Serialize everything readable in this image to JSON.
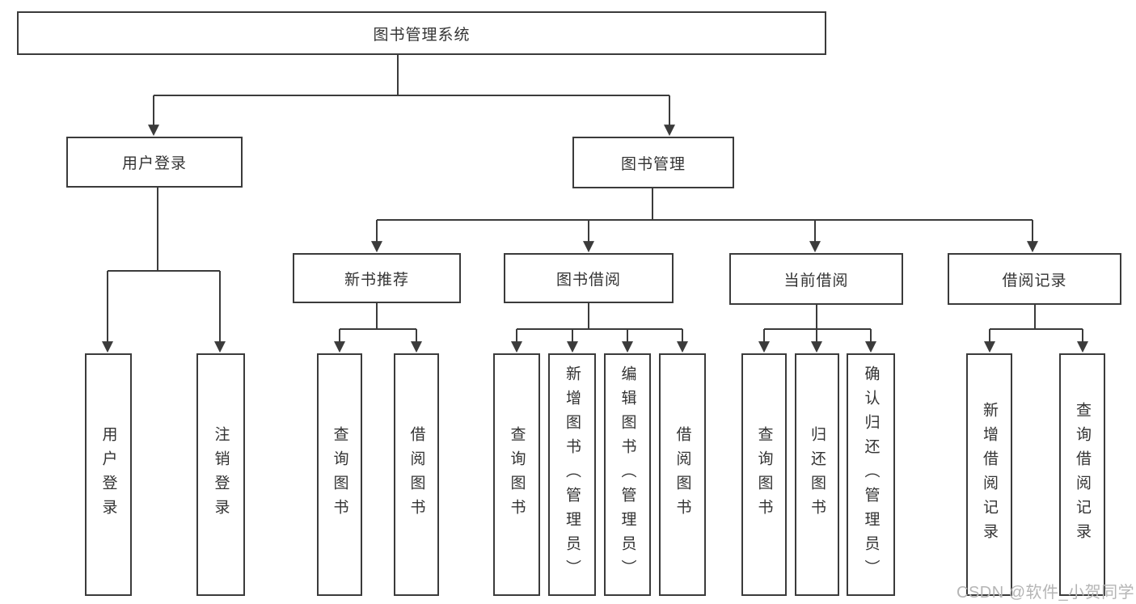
{
  "tree": {
    "root": "图书管理系统",
    "branches": [
      {
        "label": "用户登录",
        "leaves": [
          "用户登录",
          "注销登录"
        ]
      },
      {
        "label": "图书管理",
        "groups": [
          {
            "label": "新书推荐",
            "leaves": [
              "查询图书",
              "借阅图书"
            ]
          },
          {
            "label": "图书借阅",
            "leaves": [
              "查询图书",
              "新增图书（管理员）",
              "编辑图书（管理员）",
              "借阅图书"
            ]
          },
          {
            "label": "当前借阅",
            "leaves": [
              "查询图书",
              "归还图书",
              "确认归还（管理员）"
            ]
          },
          {
            "label": "借阅记录",
            "leaves": [
              "新增借阅记录",
              "查询借阅记录"
            ]
          }
        ]
      }
    ]
  },
  "watermark": "CSDN @软件_小贺同学",
  "colors": {
    "line": "#3b3b3b",
    "text": "#333333",
    "watermark": "#b5b5b5",
    "background": "#ffffff"
  }
}
